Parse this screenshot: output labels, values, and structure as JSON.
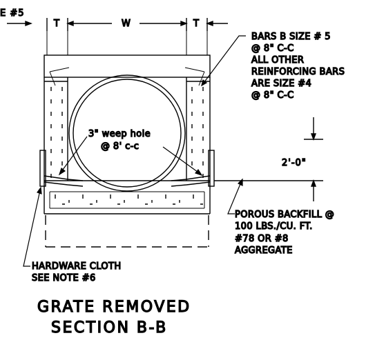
{
  "dimensions": {
    "bar_e": "E #5",
    "t_left": "T",
    "w": "W",
    "t_right": "T",
    "height": "2'-0\""
  },
  "notes": {
    "bars": [
      "BARS B SIZE # 5",
      "@ 8\" C-C",
      "ALL OTHER",
      "REINFORCING BARS",
      "ARE SIZE #4",
      "@ 8\" C-C"
    ],
    "weep": [
      "3\" weep hole",
      "@ 8' c-c"
    ],
    "backfill": [
      "POROUS BACKFILL @",
      "100 LBS./CU. FT.",
      "#78 OR #8",
      "AGGREGATE"
    ],
    "cloth": [
      "HARDWARE CLOTH",
      "SEE NOTE #6"
    ]
  },
  "title": {
    "line1": "GRATE REMOVED",
    "line2": "SECTION B-B"
  },
  "colors": {
    "ink": "#000000",
    "background": "#ffffff"
  }
}
